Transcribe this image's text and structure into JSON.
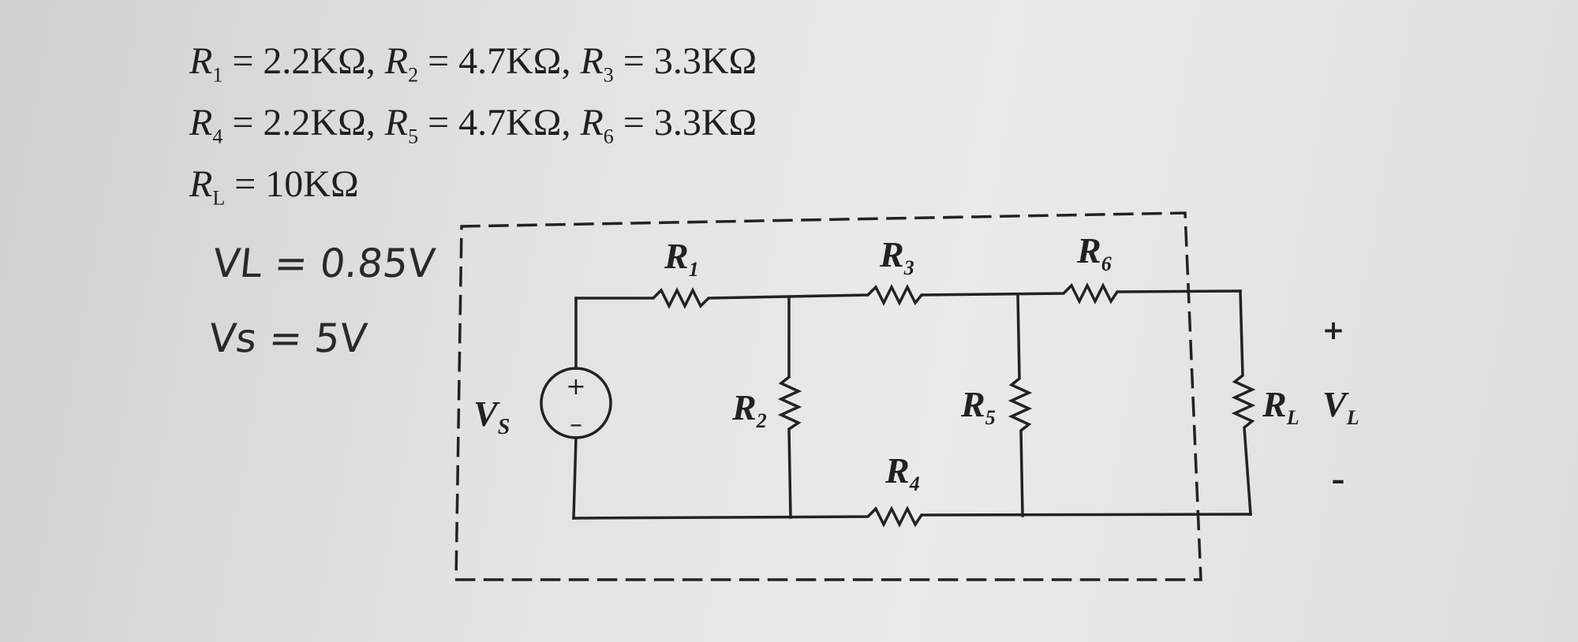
{
  "equations": {
    "line1": {
      "R1": {
        "sym": "R",
        "sub": "1",
        "val": " = 2.2KΩ, "
      },
      "R2": {
        "sym": "R",
        "sub": "2",
        "val": " = 4.7KΩ, "
      },
      "R3": {
        "sym": "R",
        "sub": "3",
        "val": " = 3.3KΩ"
      }
    },
    "line2": {
      "R4": {
        "sym": "R",
        "sub": "4",
        "val": " = 2.2KΩ, "
      },
      "R5": {
        "sym": "R",
        "sub": "5",
        "val": " = 4.7KΩ, "
      },
      "R6": {
        "sym": "R",
        "sub": "6",
        "val": " = 3.3KΩ"
      }
    },
    "line3": {
      "RL": {
        "sym": "R",
        "sub": "L",
        "val": " = 10KΩ"
      }
    }
  },
  "handwritten": {
    "vl": "VL = 0.85V",
    "vs": "Vs = 5V"
  },
  "circuit": {
    "labels": {
      "R1": {
        "sym": "R",
        "sub": "1"
      },
      "R2": {
        "sym": "R",
        "sub": "2"
      },
      "R3": {
        "sym": "R",
        "sub": "3"
      },
      "R4": {
        "sym": "R",
        "sub": "4"
      },
      "R5": {
        "sym": "R",
        "sub": "5"
      },
      "R6": {
        "sym": "R",
        "sub": "6"
      },
      "RL": {
        "sym": "R",
        "sub": "L"
      },
      "VL": {
        "sym": "V",
        "sub": "L"
      },
      "Vs": {
        "sym": "V",
        "sub": "S"
      }
    },
    "source_plus": "+",
    "source_minus": "–",
    "vl_plus": "+",
    "vl_minus": "–"
  },
  "colors": {
    "ink": "#202020",
    "background": "#e2e3e2"
  }
}
